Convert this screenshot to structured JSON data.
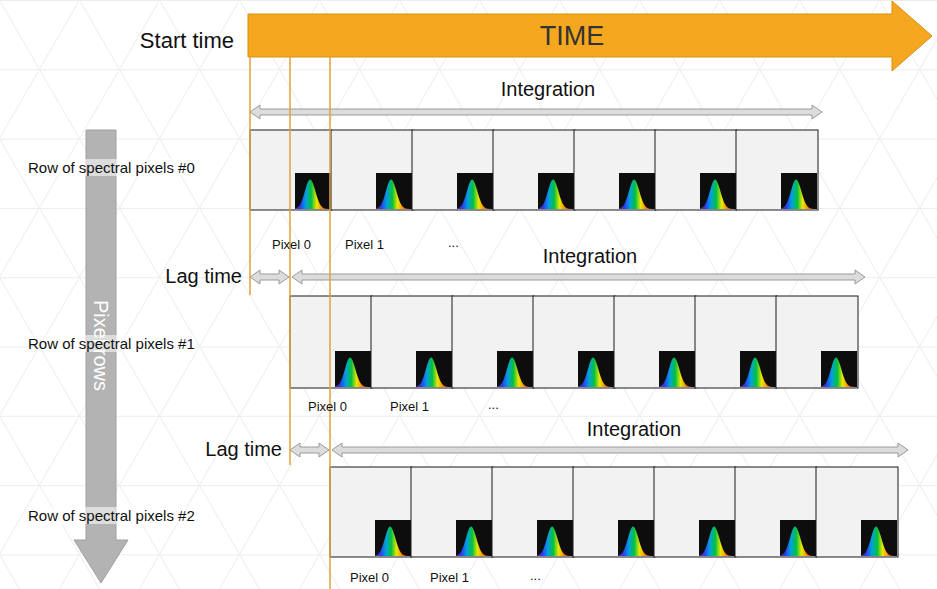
{
  "diagram": {
    "labels": [
      "Start time",
      "TIME",
      "Pixel rows",
      "Integration",
      "Row of spectral pixels #0",
      "Pixel 0",
      "Pixel 1",
      "...",
      "Lag time",
      "Integration",
      "Row of spectral pixels #1",
      "Pixel 0",
      "Pixel 1",
      "...",
      "Lag time",
      "Integration",
      "Row of spectral pixels #2",
      "Pixel 0",
      "Pixel 1",
      "..."
    ]
  }
}
